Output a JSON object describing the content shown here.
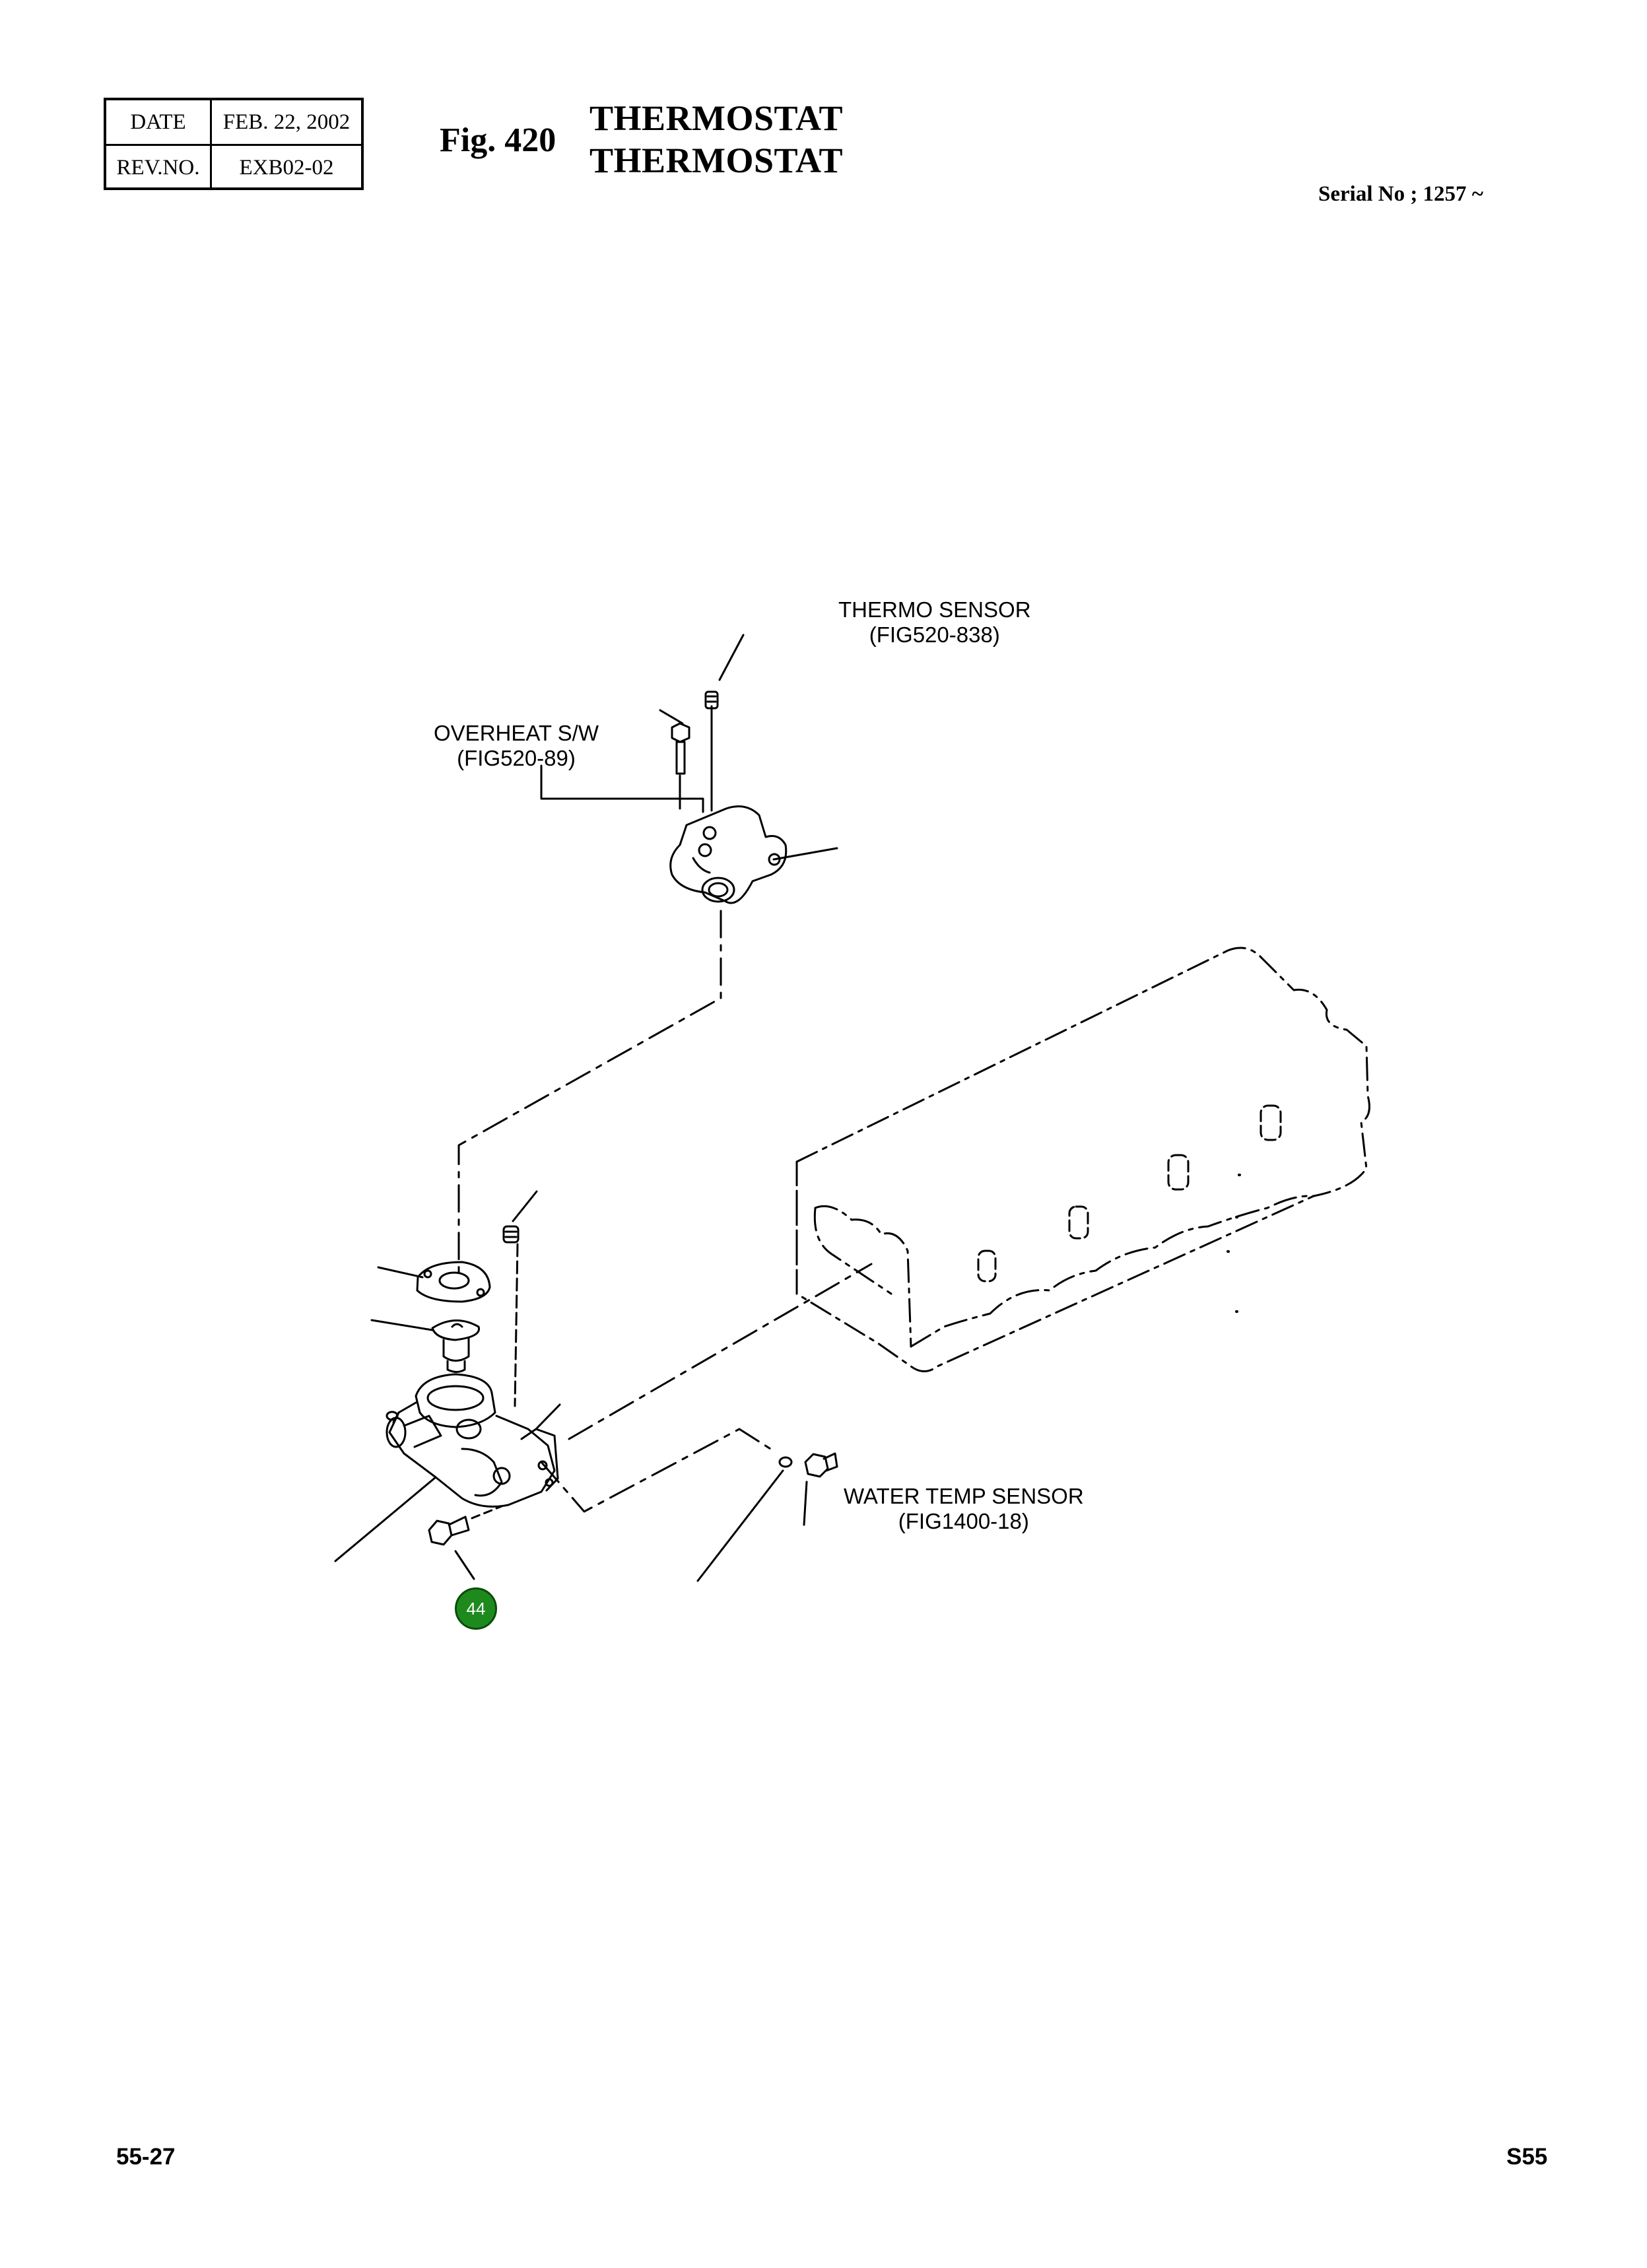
{
  "header": {
    "date_label": "DATE",
    "date_value": "FEB. 22, 2002",
    "rev_label": "REV.NO.",
    "rev_value": "EXB02-02",
    "fig_number": "Fig. 420",
    "title_line1": "THERMOSTAT",
    "title_line2": "THERMOSTAT",
    "serial": "Serial No ; 1257 ~"
  },
  "diagram": {
    "labels": {
      "thermo_sensor": "THERMO SENSOR",
      "thermo_sensor_ref": "(FIG520-838)",
      "overheat_switch": "OVERHEAT S/W",
      "overheat_switch_ref": "(FIG520-89)",
      "water_temp_sensor": "WATER TEMP SENSOR",
      "water_temp_sensor_ref": "(FIG1400-18)"
    },
    "callout": "44",
    "callout_color": "#1e8a1e"
  },
  "footer": {
    "page_left": "55-27",
    "page_right": "S55"
  }
}
